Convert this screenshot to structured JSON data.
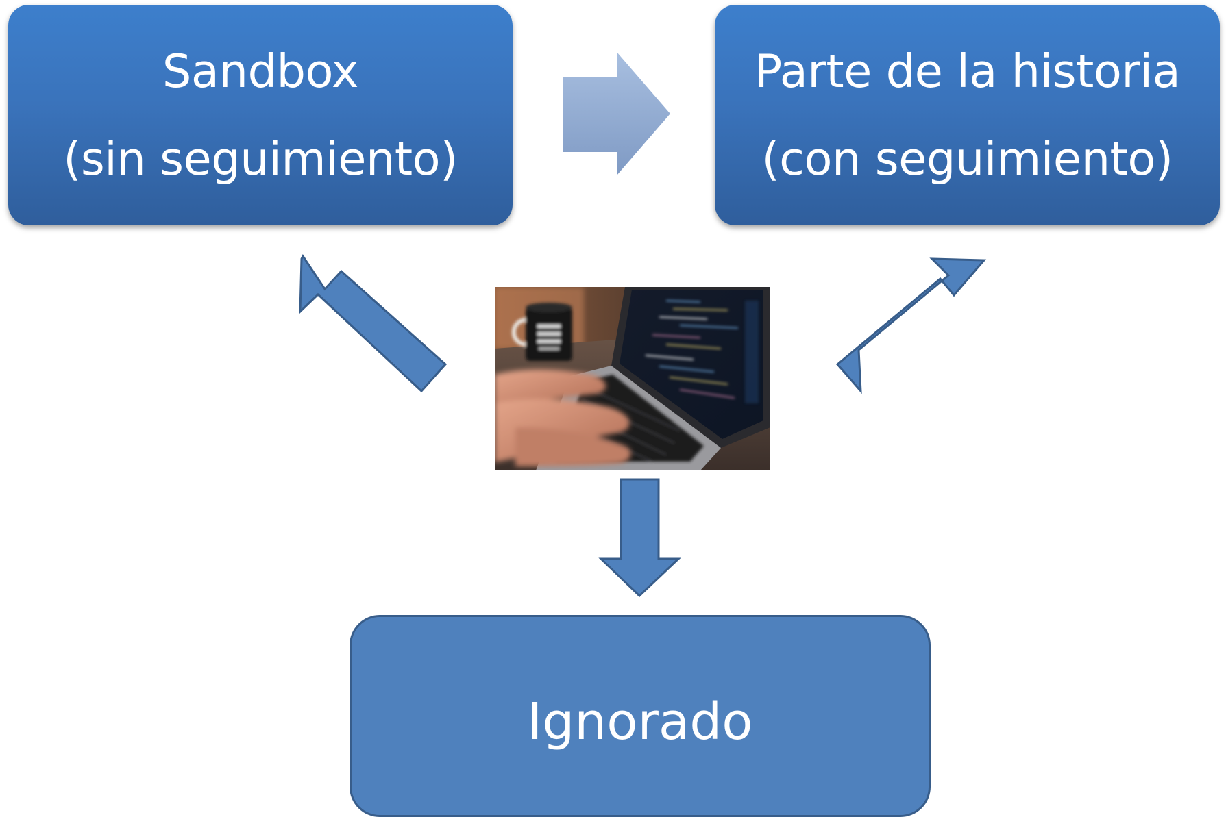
{
  "nodes": {
    "sandbox": {
      "line1": "Sandbox",
      "line2": "(sin seguimiento)"
    },
    "historia": {
      "line1": "Parte de la historia",
      "line2": "(con seguimiento)"
    },
    "ignorado": {
      "label": "Ignorado"
    }
  },
  "colors": {
    "box_top_start": "#3d7fcc",
    "box_top_end": "#2f5e9c",
    "arrow_fill": "#4f81bd",
    "arrow_stroke": "#385d8a",
    "chevron_light": "#a8bfe0",
    "chevron_dark": "#7f9ac4"
  },
  "center_image": {
    "subject": "hands typing code on a laptop with a mug in background"
  }
}
